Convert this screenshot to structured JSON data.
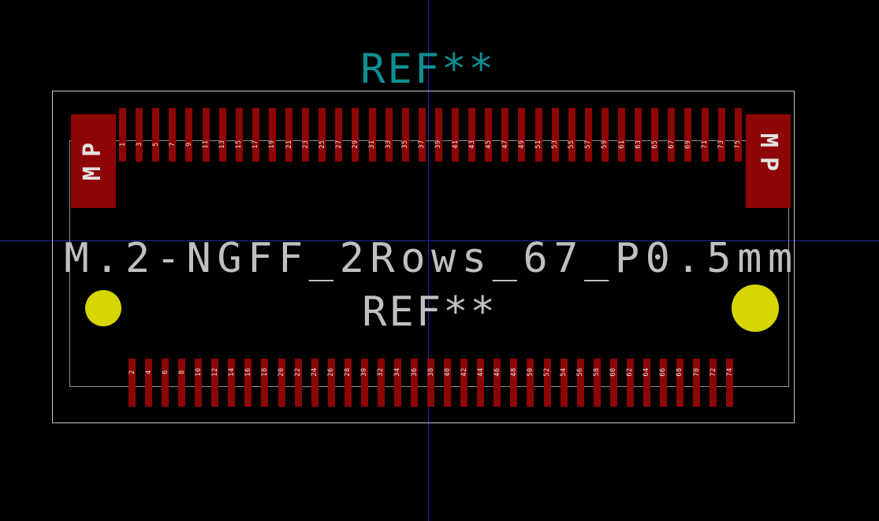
{
  "canvas": {
    "reference_label": "REF**",
    "value_label": "M.2-NGFF_2Rows_67_P0.5mm",
    "fab_reference_label": "REF**",
    "mp_pad_label": "MP"
  },
  "pads": {
    "top_row_numbers": [
      "1",
      "3",
      "5",
      "7",
      "9",
      "11",
      "13",
      "15",
      "17",
      "19",
      "21",
      "23",
      "25",
      "27",
      "29",
      "31",
      "33",
      "35",
      "37",
      "39",
      "41",
      "43",
      "45",
      "47",
      "49",
      "51",
      "53",
      "55",
      "57",
      "59",
      "61",
      "63",
      "65",
      "67",
      "69",
      "71",
      "73",
      "75"
    ],
    "bottom_row_numbers": [
      "2",
      "4",
      "6",
      "8",
      "10",
      "12",
      "14",
      "16",
      "18",
      "20",
      "22",
      "24",
      "26",
      "28",
      "30",
      "32",
      "34",
      "36",
      "38",
      "40",
      "42",
      "44",
      "46",
      "48",
      "50",
      "52",
      "54",
      "56",
      "58",
      "60",
      "62",
      "64",
      "66",
      "68",
      "70",
      "72",
      "74"
    ]
  },
  "colors": {
    "background": "#000000",
    "pad_red": "#8e0505",
    "number_white": "#e2e2e2",
    "ref_teal": "#0d8f94",
    "fab_gray": "#c0c0c0",
    "outline_gray": "#8c8c8c",
    "courtyard_gray": "#c4c4c4",
    "hole_yellow": "#d6d600",
    "axis_blue": "#2525a8"
  }
}
